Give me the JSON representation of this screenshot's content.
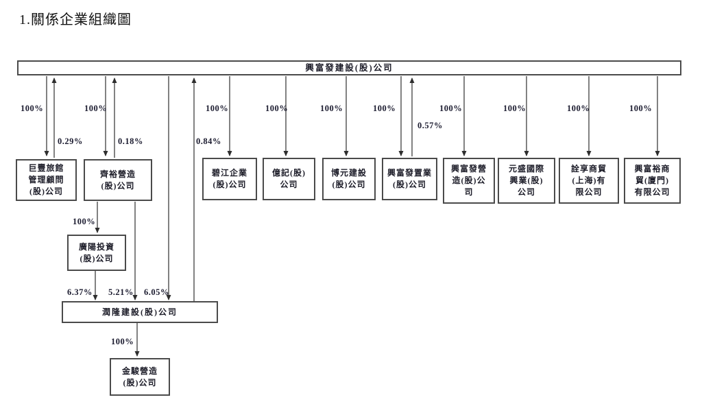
{
  "title": "1.關係企業組織圖",
  "org": {
    "nodes": {
      "highwealth": {
        "label": "興富發建設(股)公司"
      },
      "jufeng_hotel": {
        "label": "巨豐旅館\n管理顧問\n(股)公司"
      },
      "chiyu_construction": {
        "label": "齊裕營造\n(股)公司"
      },
      "bijiang": {
        "label": "碧江企業\n(股)公司"
      },
      "yiji": {
        "label": "億記(股)\n公司"
      },
      "boyuan": {
        "label": "博元建設\n(股)公司"
      },
      "highwealth_properties": {
        "label": "興富發置業\n(股)公司"
      },
      "highwealth_engineering": {
        "label": "興富發營\n造(股)公\n司"
      },
      "yuansheng": {
        "label": "元盛國際\n興業(股)\n公司"
      },
      "quanxiang_shanghai": {
        "label": "詮享商貿\n(上海)有\n限公司"
      },
      "xingfuyu_xiamen": {
        "label": "興富裕商\n貿(廈門)\n有限公司"
      },
      "guangyang": {
        "label": "廣陽投資\n(股)公司"
      },
      "runlong": {
        "label": "潤隆建設(股)公司"
      },
      "jinjun": {
        "label": "金駿營造\n(股)公司"
      }
    },
    "edges": [
      {
        "from": "highwealth",
        "to": "jufeng_hotel",
        "label": "100%"
      },
      {
        "from": "jufeng_hotel",
        "to": "highwealth",
        "label": "0.29%"
      },
      {
        "from": "highwealth",
        "to": "chiyu_construction",
        "label": "100%"
      },
      {
        "from": "chiyu_construction",
        "to": "highwealth",
        "label": "0.18%"
      },
      {
        "from": "runlong",
        "to": "highwealth",
        "label": "0.84%"
      },
      {
        "from": "highwealth",
        "to": "bijiang",
        "label": "100%"
      },
      {
        "from": "highwealth",
        "to": "yiji",
        "label": "100%"
      },
      {
        "from": "highwealth",
        "to": "boyuan",
        "label": "100%"
      },
      {
        "from": "highwealth",
        "to": "highwealth_properties",
        "label": "100%"
      },
      {
        "from": "highwealth_properties",
        "to": "highwealth",
        "label": "0.57%"
      },
      {
        "from": "highwealth",
        "to": "highwealth_engineering",
        "label": "100%"
      },
      {
        "from": "highwealth",
        "to": "yuansheng",
        "label": "100%"
      },
      {
        "from": "highwealth",
        "to": "quanxiang_shanghai",
        "label": "100%"
      },
      {
        "from": "highwealth",
        "to": "xingfuyu_xiamen",
        "label": "100%"
      },
      {
        "from": "chiyu_construction",
        "to": "guangyang",
        "label": "100%"
      },
      {
        "from": "guangyang",
        "to": "runlong",
        "label": "6.37%"
      },
      {
        "from": "chiyu_construction",
        "to": "runlong",
        "label": "5.21%"
      },
      {
        "from": "highwealth",
        "to": "runlong",
        "label": "6.05%"
      },
      {
        "from": "runlong",
        "to": "jinjun",
        "label": "100%"
      }
    ]
  }
}
